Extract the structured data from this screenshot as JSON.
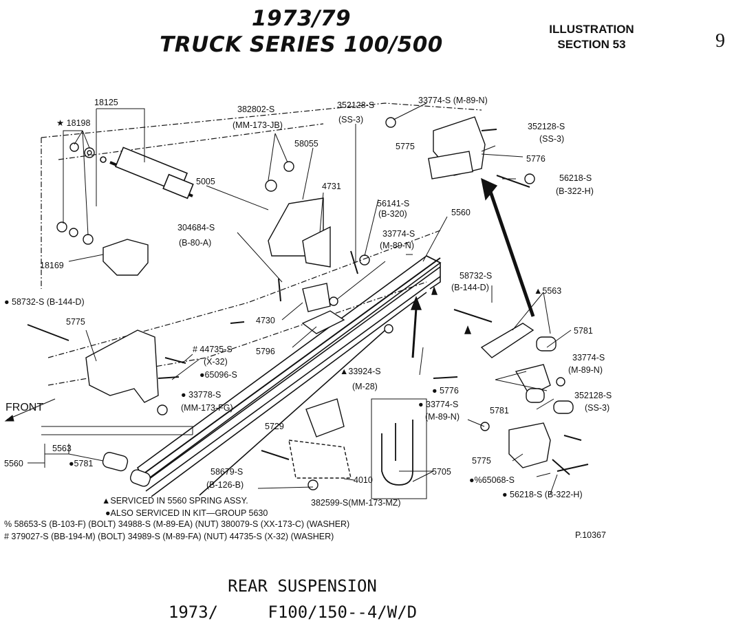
{
  "header": {
    "title_line1": "1973/79",
    "title_line2": "TRUCK SERIES 100/500",
    "illustration_line1": "ILLUSTRATION",
    "illustration_line2": "SECTION 53",
    "page_number": "9"
  },
  "diagram": {
    "part_labels": {
      "p18125": "18125",
      "p18198": "★ 18198",
      "p382802": "382802-S",
      "p382802b": "(MM-173-JB)",
      "p352128a": "352128-S",
      "p352128ab": "(SS-3)",
      "p33774a": "33774-S (M-89-N)",
      "p352128b": "352128-S",
      "p352128bb": "(SS-3)",
      "p58055": "58055",
      "p5775a": "5775",
      "p5776a": "5776",
      "p56218a": "56218-S",
      "p56218ab": "(B-322-H)",
      "p5005": "5005",
      "p4731": "4731",
      "p56141": "56141-S",
      "p56141b": "(B-320)",
      "p5560a": "5560",
      "p304684": "304684-S",
      "p304684b": "(B-80-A)",
      "p33774b": "33774-S",
      "p33774bb": "(M-89-N)",
      "p18169": "18169",
      "p58732a": "58732-S",
      "p58732ab": "(B-144-D)",
      "p5563a": "▲5563",
      "p58732b": "● 58732-S (B-144-D)",
      "p4730": "4730",
      "p5775b": "5775",
      "p5781a": "5781",
      "p44735": "# 44735-S",
      "p44735b": "(X-32)",
      "p5796": "5796",
      "p33774c": "33774-S",
      "p33774cb": "(M-89-N)",
      "p65096": "●65096-S",
      "p33924": "▲33924-S",
      "p33924b": "(M-28)",
      "p5776b": "● 5776",
      "p352128c": "352128-S",
      "p352128cb": "(SS-3)",
      "p33778": "● 33778-S",
      "p33778b": "(MM-173-FG)",
      "p33774d": "● 33774-S",
      "p33774db": "(M-89-N)",
      "p5781b": "5781",
      "front": "FRONT",
      "p5729": "5729",
      "p5563b": "5563",
      "p5560b": "5560",
      "p5781c": "●5781",
      "p5705": "5705",
      "p5775c": "5775",
      "p58679": "58679-S",
      "p58679b": "(B-126-B)",
      "p4010": "4010",
      "p65068": "●%65068-S",
      "p56218b": "● 56218-S (B-322-H)",
      "p382599": "382599-S(MM-173-MZ)"
    },
    "notes": {
      "n1": "▲SERVICED IN 5560 SPRING ASSY.",
      "n2": "●ALSO SERVICED IN KIT—GROUP 5630",
      "n3": "% 58653-S (B-103-F) (BOLT) 34988-S (M-89-EA) (NUT) 380079-S (XX-173-C) (WASHER)",
      "n4": "# 379027-S (BB-194-M) (BOLT) 34989-S (M-89-FA) (NUT) 44735-S (X-32) (WASHER)",
      "ref": "P.10367"
    }
  },
  "caption": {
    "line1": "REAR SUSPENSION",
    "line2": "1973/     F100/150--4/W/D"
  }
}
